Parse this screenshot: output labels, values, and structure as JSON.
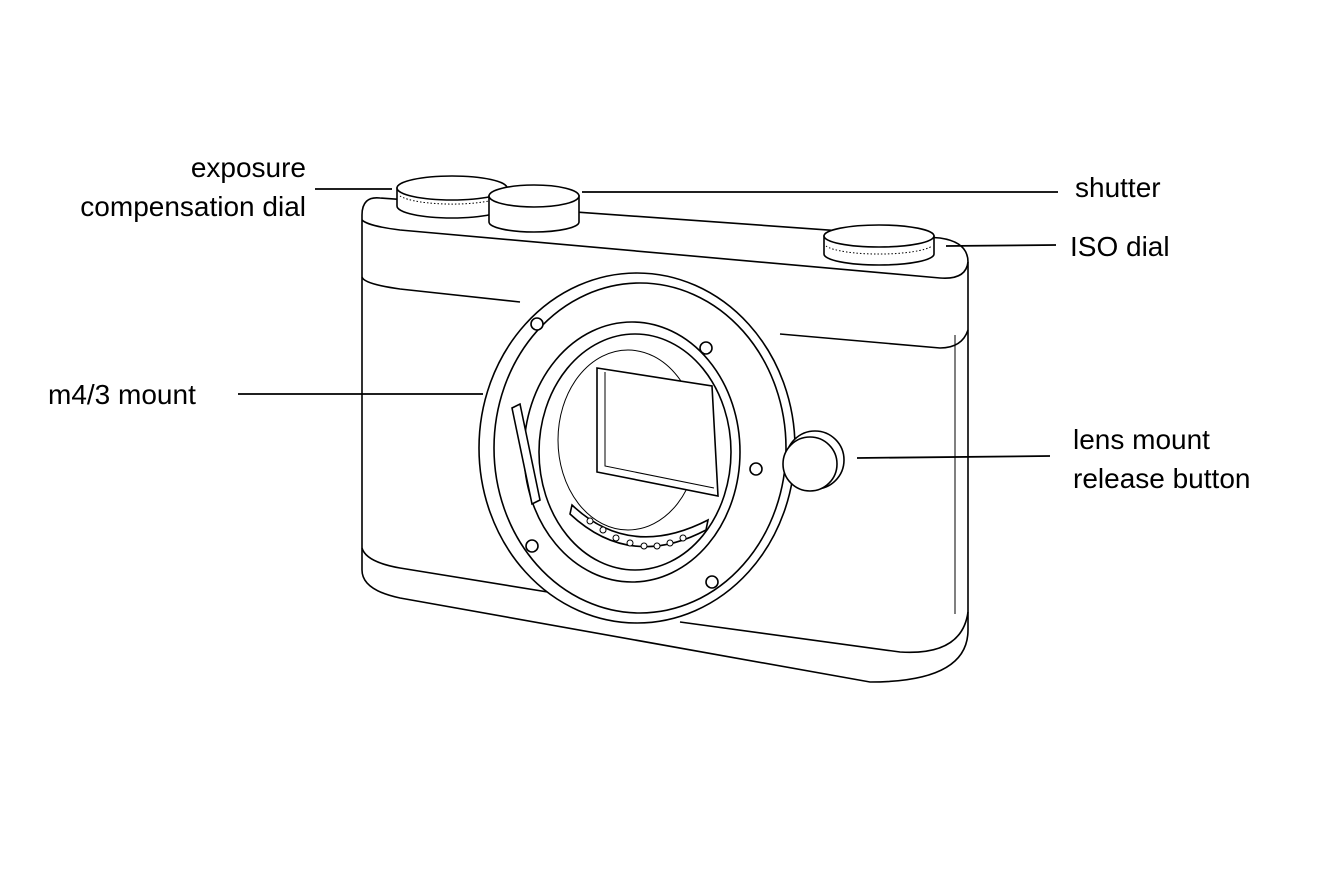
{
  "diagram": {
    "subject": "camera-body",
    "labels": {
      "exposure_line1": "exposure",
      "exposure_line2": "compensation dial",
      "shutter": "shutter",
      "iso": "ISO dial",
      "mount": "m4/3 mount",
      "release_line1": "lens mount",
      "release_line2": "release button"
    }
  }
}
